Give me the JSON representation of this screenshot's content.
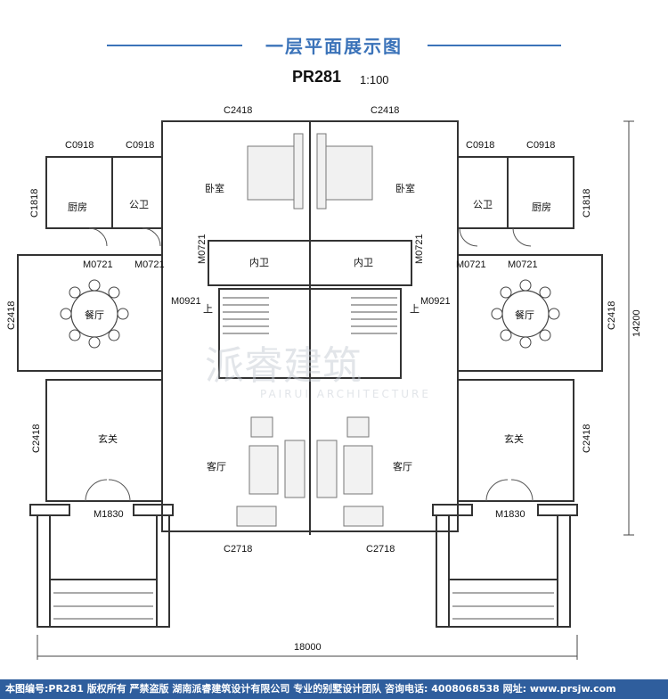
{
  "header": {
    "title": "一层平面展示图",
    "code": "PR281",
    "scale": "1:100"
  },
  "rooms": {
    "bedroom_left": "卧室",
    "bedroom_right": "卧室",
    "kitchen_left": "厨房",
    "kitchen_right": "厨房",
    "public_wc_left": "公卫",
    "public_wc_right": "公卫",
    "inner_wc_left": "内卫",
    "inner_wc_right": "内卫",
    "dining_left": "餐厅",
    "dining_right": "餐厅",
    "foyer_left": "玄关",
    "foyer_right": "玄关",
    "living_left": "客厅",
    "living_right": "客厅",
    "stair_up_left": "上",
    "stair_up_right": "上"
  },
  "openings": {
    "c2418_top_left": "C2418",
    "c2418_top_right": "C2418",
    "c0918_1": "C0918",
    "c0918_2": "C0918",
    "c0918_3": "C0918",
    "c0918_4": "C0918",
    "c1818_left": "C1818",
    "c1818_right": "C1818",
    "m0721_left_vertical": "M0721",
    "m0721_right_vertical": "M0721",
    "m0721_1": "M0721",
    "m0721_2": "M0721",
    "m0721_3": "M0721",
    "m0721_4": "M0721",
    "m0921_left": "M0921",
    "m0921_right": "M0921",
    "c2418_dining_left": "C2418",
    "c2418_dining_right": "C2418",
    "c2418_foyer_left": "C2418",
    "c2418_foyer_right": "C2418",
    "m1830_left": "M1830",
    "m1830_right": "M1830",
    "c2718_left": "C2718",
    "c2718_right": "C2718"
  },
  "dimensions": {
    "total_width": "18000",
    "total_depth": "14200"
  },
  "watermark": {
    "cn": "派睿建筑",
    "en": "PAIRUI ARCHITECTURE"
  },
  "footer": {
    "text": "本图编号:PR281 版权所有 严禁盗版 湖南派睿建筑设计有限公司 专业的别墅设计团队 咨询电话: 4008068538 网址: www.prsjw.com"
  },
  "colors": {
    "accent": "#3b73b9",
    "footer_bg": "#2f5e9d",
    "wall": "#333333"
  }
}
